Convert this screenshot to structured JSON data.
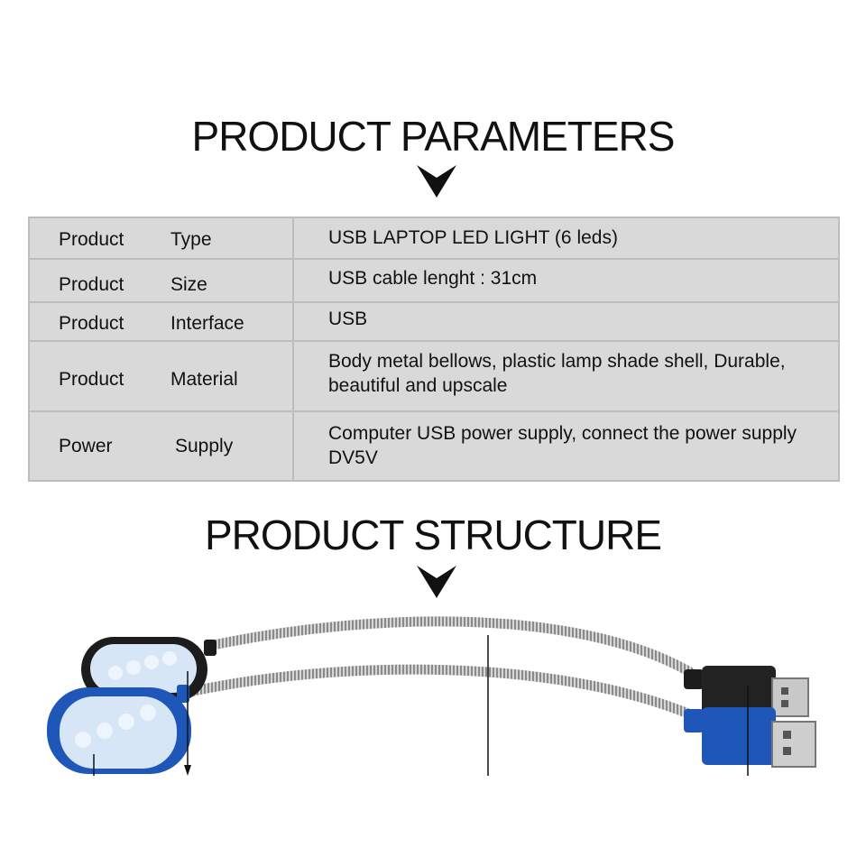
{
  "sections": {
    "parameters_title": "PRODUCT PARAMETERS",
    "structure_title": "PRODUCT STRUCTURE"
  },
  "parameters": [
    {
      "label_a": "Product",
      "label_b": "Type",
      "value": "USB LAPTOP  LED  LIGHT (6 leds)"
    },
    {
      "label_a": "Product",
      "label_b": "Size",
      "value": "USB cable   lenght : 31cm"
    },
    {
      "label_a": "Product",
      "label_b": "Interface",
      "value": "USB"
    },
    {
      "label_a": "Product",
      "label_b": "Material",
      "value": "Body metal bellows, plastic lamp shade shell, Durable, beautiful and upscale"
    },
    {
      "label_a": "Power",
      "label_b": "Supply",
      "value": "Computer USB power supply, connect the power supply  DV5V"
    }
  ],
  "colors": {
    "table_bg": "#d9d9d9",
    "table_border": "#bdbdbd",
    "lamp_black": "#1c1c1c",
    "lamp_blue": "#1f57b8",
    "led_face": "#d7e6f6",
    "usb_blue": "#1f57b8"
  },
  "icons": [
    "chevron-down-icon"
  ]
}
